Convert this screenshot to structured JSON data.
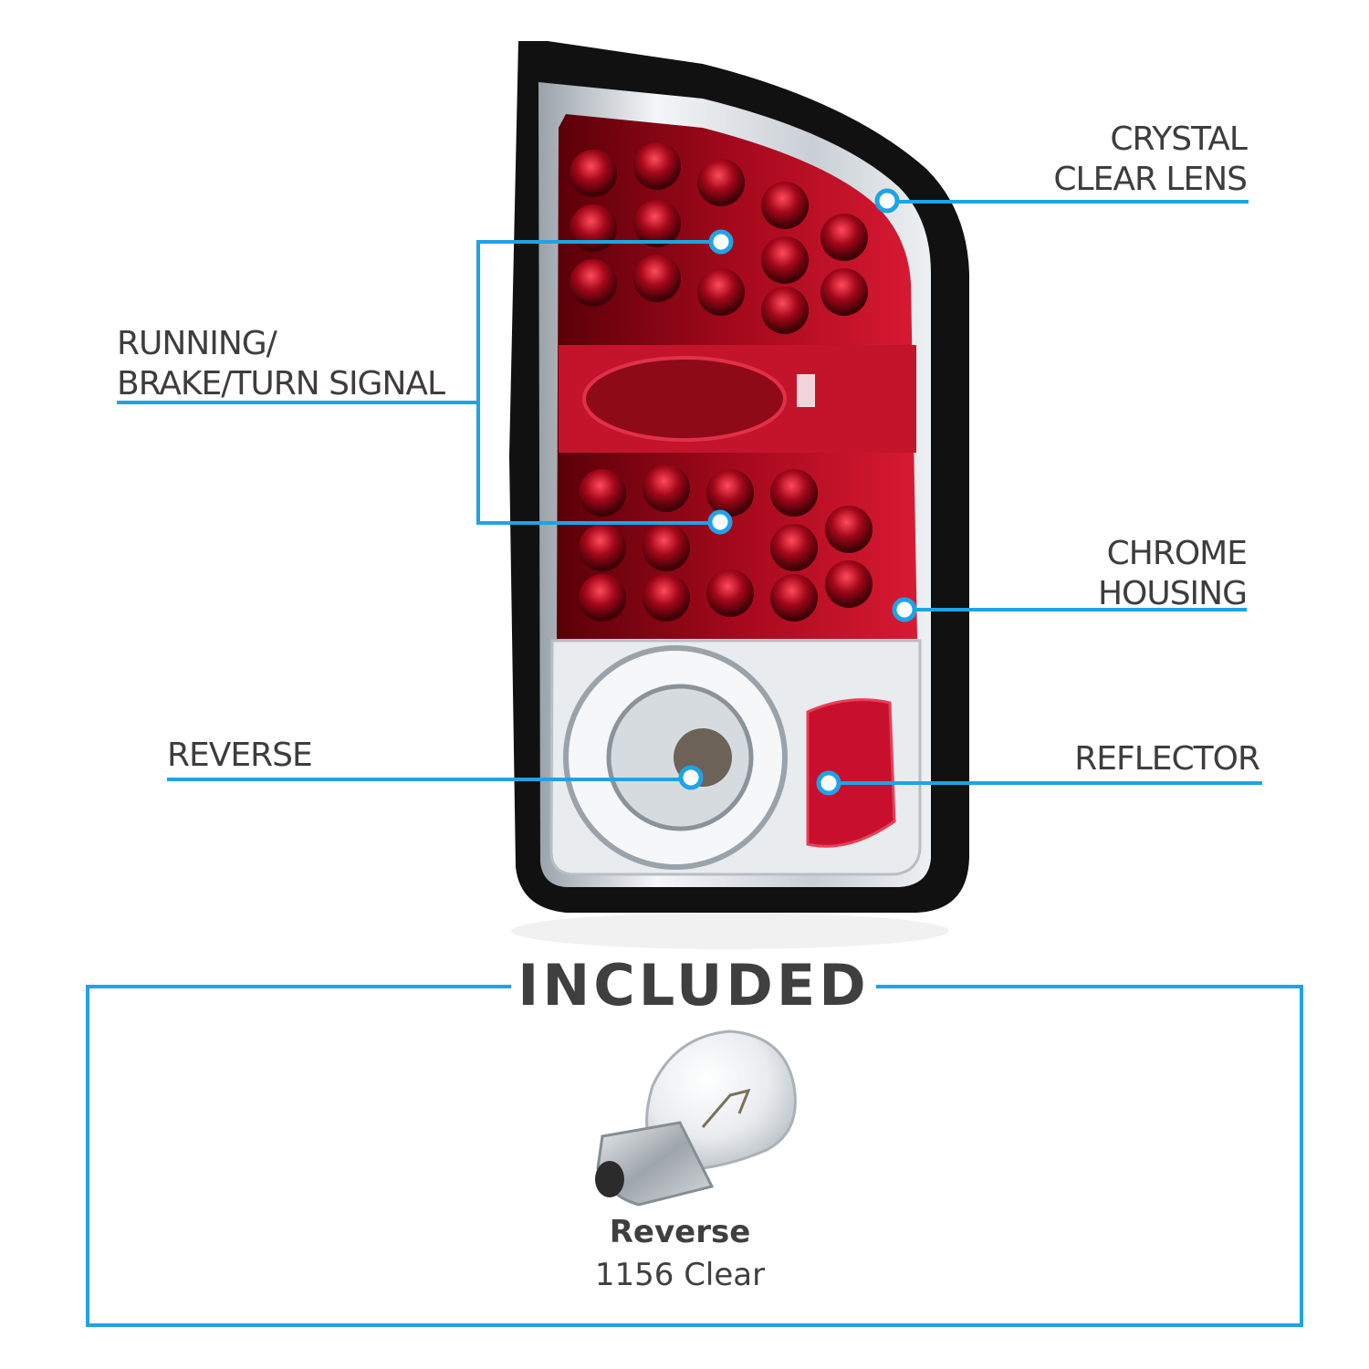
{
  "colors": {
    "accent": "#1fa3e6",
    "lens_red": "#c8102e",
    "housing_black": "#111111",
    "chrome": "#d8dde2",
    "text": "#3d3d3d"
  },
  "callouts": {
    "crystal_clear_lens": "CRYSTAL\nCLEAR LENS",
    "running_brake_turn": "RUNNING/\nBRAKE/TURN SIGNAL",
    "chrome_housing": "CHROME\nHOUSING",
    "reverse": "REVERSE",
    "reflector": "REFLECTOR"
  },
  "included": {
    "title": "INCLUDED",
    "bulb_name": "Reverse",
    "bulb_spec": "1156 Clear"
  }
}
